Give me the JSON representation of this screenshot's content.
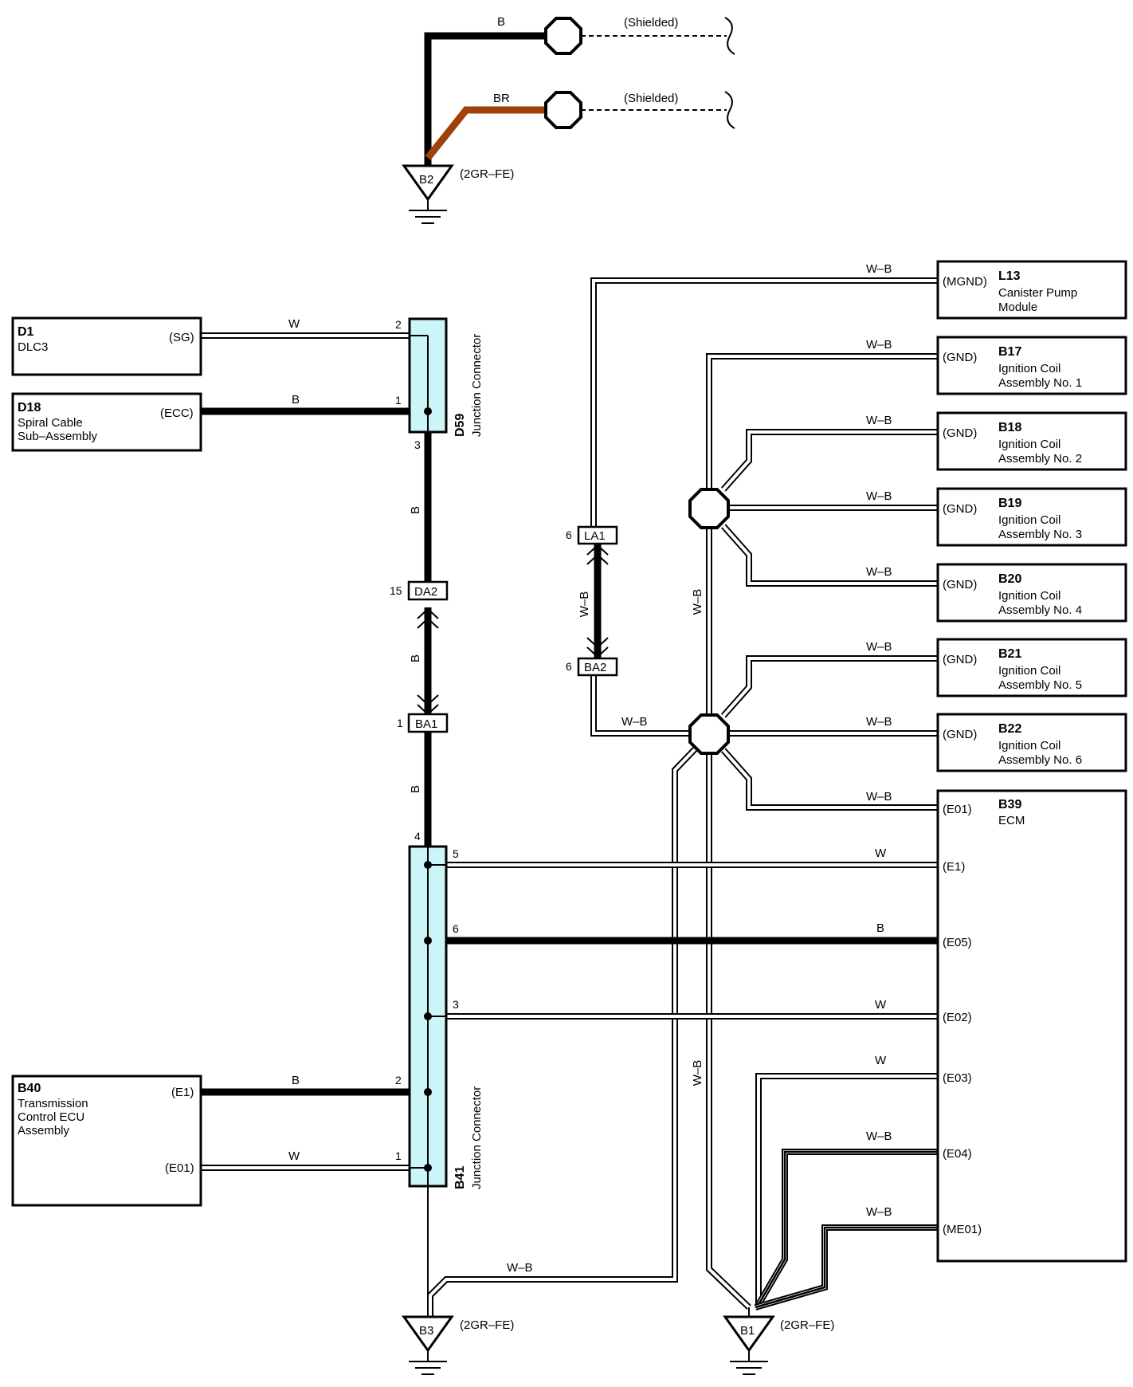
{
  "wire_colors": {
    "B": "#000000",
    "BR": "#a0400a",
    "junction_connector_fill": "#ccf5f8"
  },
  "top_section": {
    "wire_b_label": "B",
    "wire_br_label": "BR",
    "shield_1_label": "(Shielded)",
    "shield_2_label": "(Shielded)",
    "ground_b2_id": "B2",
    "ground_b2_engine": "(2GR–FE)"
  },
  "left_components": {
    "d1": {
      "code": "D1",
      "name": "DLC3",
      "terminal": "(SG)",
      "wire": "W",
      "pin": "2"
    },
    "d18": {
      "code": "D18",
      "name_line1": "Spiral Cable",
      "name_line2": "Sub–Assembly",
      "terminal": "(ECC)",
      "wire": "B",
      "pin": "1"
    },
    "b40": {
      "code": "B40",
      "name_line1": "Transmission",
      "name_line2": "Control ECU",
      "name_line3": "Assembly",
      "terminal_e1": "(E1)",
      "wire_e1": "B",
      "pin_e1": "2",
      "terminal_e01": "(E01)",
      "wire_e01": "W",
      "pin_e01": "1"
    }
  },
  "junction_d59": {
    "code": "D59",
    "name": "Junction Connector",
    "pin_bottom": "3"
  },
  "junction_b41": {
    "code": "B41",
    "name": "Junction Connector",
    "pin_top": "4",
    "pin_5": "5",
    "pin_6": "6",
    "pin_3": "3"
  },
  "center_chain": {
    "wire_1": "B",
    "wire_2": "B",
    "wire_3": "B",
    "da2": {
      "id": "DA2",
      "pin": "15"
    },
    "ba1": {
      "id": "BA1",
      "pin": "1"
    }
  },
  "la_chain": {
    "la1": {
      "id": "LA1",
      "pin": "6"
    },
    "ba2": {
      "id": "BA2",
      "pin": "6"
    },
    "wire_vertical": "W–B",
    "wire_to_splice": "W–B"
  },
  "right_components": [
    {
      "code": "L13",
      "name_line1": "Canister Pump",
      "name_line2": "Module",
      "terminal": "(MGND)",
      "wire": "W–B"
    },
    {
      "code": "B17",
      "name_line1": "Ignition Coil",
      "name_line2": "Assembly No.  1",
      "terminal": "(GND)",
      "wire": "W–B"
    },
    {
      "code": "B18",
      "name_line1": "Ignition Coil",
      "name_line2": "Assembly No.  2",
      "terminal": "(GND)",
      "wire": "W–B"
    },
    {
      "code": "B19",
      "name_line1": "Ignition Coil",
      "name_line2": "Assembly No.  3",
      "terminal": "(GND)",
      "wire": "W–B"
    },
    {
      "code": "B20",
      "name_line1": "Ignition Coil",
      "name_line2": "Assembly No.  4",
      "terminal": "(GND)",
      "wire": "W–B"
    },
    {
      "code": "B21",
      "name_line1": "Ignition Coil",
      "name_line2": "Assembly No.  5",
      "terminal": "(GND)",
      "wire": "W–B"
    },
    {
      "code": "B22",
      "name_line1": "Ignition Coil",
      "name_line2": "Assembly No.  6",
      "terminal": "(GND)",
      "wire": "W–B"
    }
  ],
  "ecm": {
    "code": "B39",
    "name": "ECM",
    "terminals": [
      {
        "terminal": "(E01)",
        "wire": "W–B"
      },
      {
        "terminal": "(E1)",
        "wire": "W"
      },
      {
        "terminal": "(E05)",
        "wire": "B"
      },
      {
        "terminal": "(E02)",
        "wire": "W"
      },
      {
        "terminal": "(E03)",
        "wire": "W"
      },
      {
        "terminal": "(E04)",
        "wire": "W–B"
      },
      {
        "terminal": "(ME01)",
        "wire": "W–B"
      }
    ]
  },
  "trunk_labels": {
    "upper": "W–B",
    "lower": "W–B"
  },
  "bottom": {
    "b3_wire": "W–B",
    "ground_b3_id": "B3",
    "ground_b3_engine": "(2GR–FE)",
    "ground_b1_id": "B1",
    "ground_b1_engine": "(2GR–FE)"
  }
}
